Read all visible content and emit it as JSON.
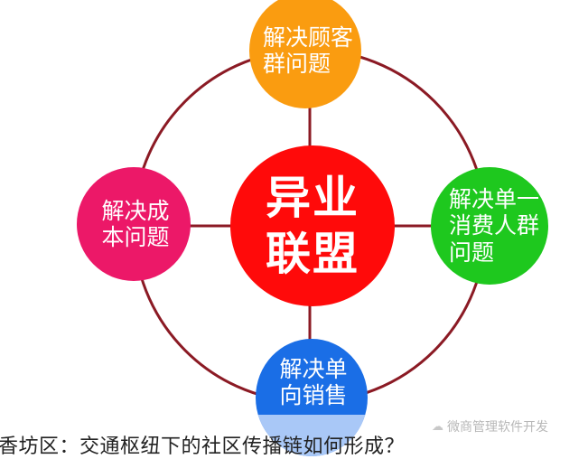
{
  "diagram": {
    "center": {
      "label": "异业\n联盟",
      "color": "#ff0a0a"
    },
    "nodes": {
      "top": {
        "label": "解决顾客\n群问题",
        "color": "#fa9c10"
      },
      "left": {
        "label": "解决成\n本问题",
        "color": "#ec1868"
      },
      "right": {
        "label": "解决单一\n消费人群\n问题",
        "color": "#1ec81e"
      },
      "bottom": {
        "label": "解决单\n向销售",
        "color": "#1a6ee6"
      }
    },
    "ring_color": "#8b1a24"
  },
  "watermark": {
    "icon": "wechat-icon",
    "text": "微商管理软件开发"
  },
  "caption": {
    "text": "香坊区：交通枢纽下的社区传播链如何形成？"
  }
}
